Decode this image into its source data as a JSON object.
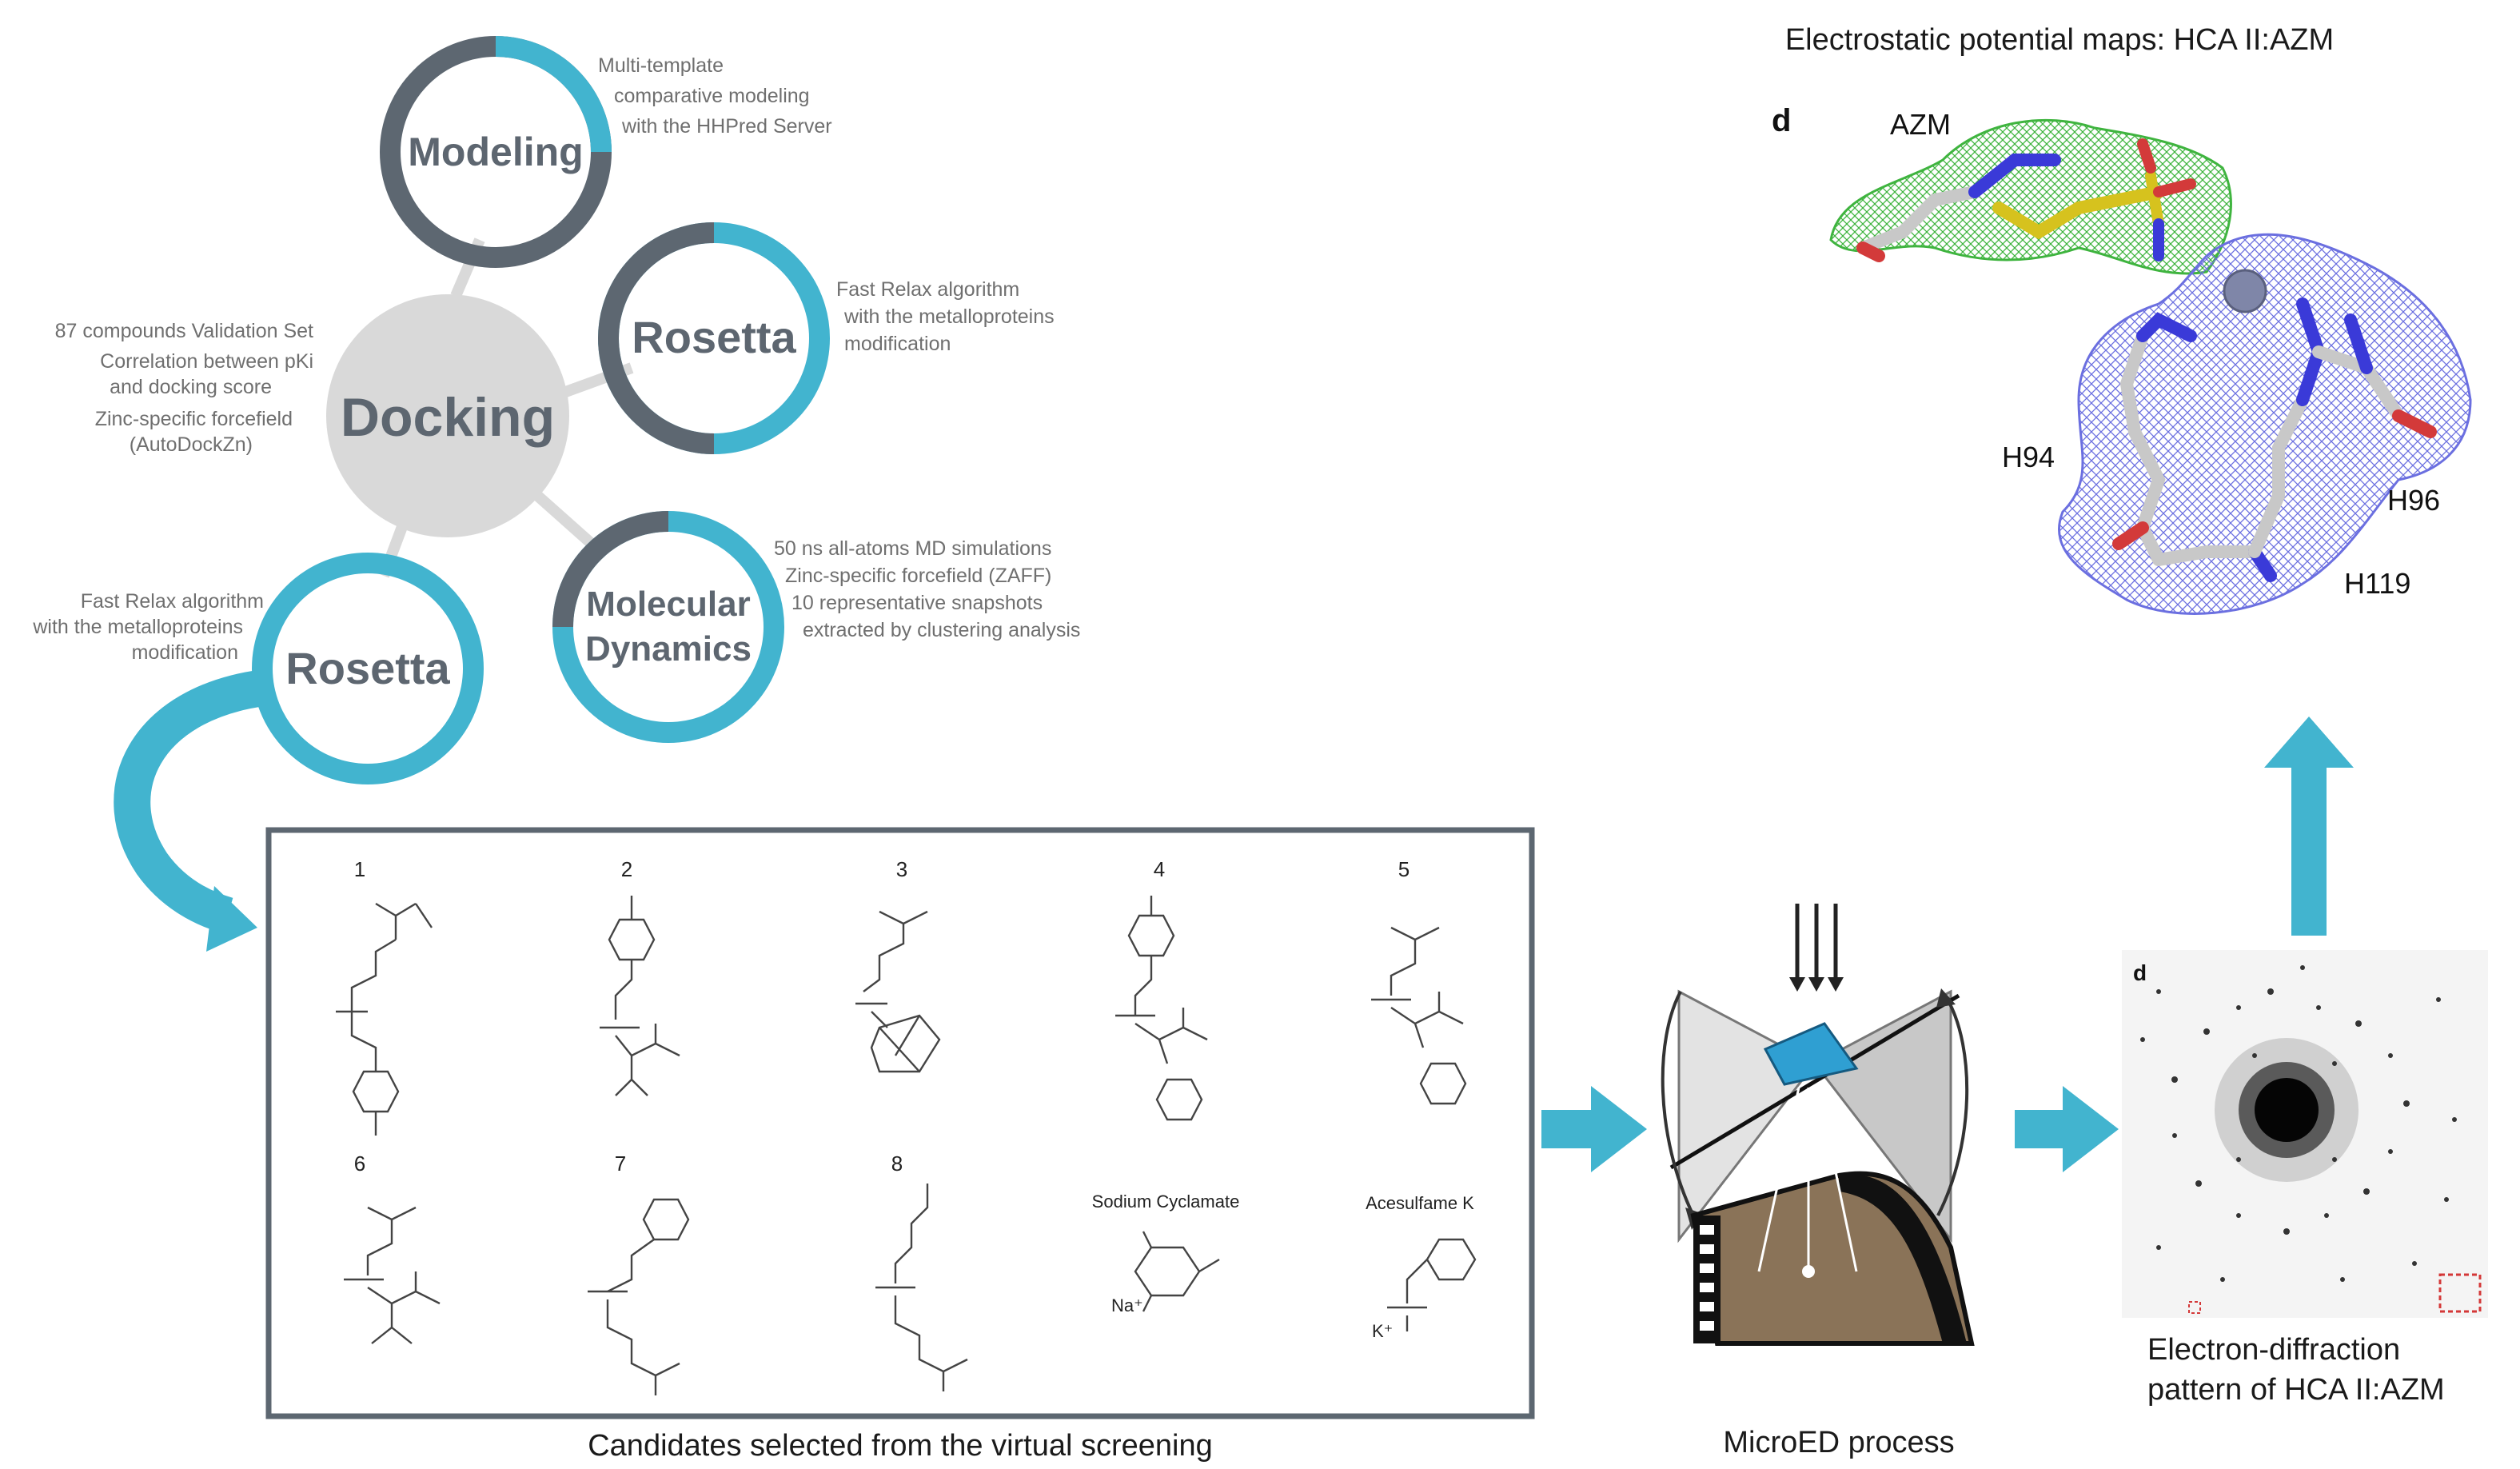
{
  "workflow": {
    "center": {
      "label": "Docking",
      "notes": [
        "87 compounds Validation Set",
        "Correlation between pKi",
        "and docking score",
        "Zinc-specific forcefield",
        "(AutoDockZn)"
      ]
    },
    "modeling": {
      "label": "Modeling",
      "notes": [
        "Multi-template",
        "comparative modeling",
        "with the HHPred Server"
      ]
    },
    "rosetta_top": {
      "label": "Rosetta",
      "notes": [
        "Fast Relax algorithm",
        "with the metalloproteins",
        "modification"
      ]
    },
    "md": {
      "label_1": "Molecular",
      "label_2": "Dynamics",
      "notes": [
        "50 ns all-atoms MD simulations",
        "Zinc-specific forcefield (ZAFF)",
        "10 representative snapshots",
        "extracted by clustering analysis"
      ]
    },
    "rosetta_bottom": {
      "label": "Rosetta",
      "notes": [
        "Fast Relax algorithm",
        "with the metalloproteins",
        "modification"
      ]
    }
  },
  "candidates": {
    "caption": "Candidates selected from the virtual screening",
    "labels": [
      "1",
      "2",
      "3",
      "4",
      "5",
      "6",
      "7",
      "8",
      "Sodium Cyclamate",
      "Acesulfame K"
    ],
    "ions": [
      "Na⁺",
      "K⁺"
    ]
  },
  "microed": {
    "caption": "MicroED process"
  },
  "diffraction": {
    "panel_letter": "d",
    "caption_1": "Electron-diffraction",
    "caption_2": "pattern of HCA II:AZM"
  },
  "density": {
    "title": "Electrostatic potential maps: HCA II:AZM",
    "panel_letter": "d",
    "labels": [
      "AZM",
      "H94",
      "H96",
      "H119"
    ]
  },
  "colors": {
    "accent": "#42b4cf",
    "ring_dark": "#5d6771",
    "docking_disk": "#d9d9d9",
    "box_border": "#5d6771",
    "mesh_blue": "#6b6fe0",
    "mesh_green": "#3fb43f"
  }
}
